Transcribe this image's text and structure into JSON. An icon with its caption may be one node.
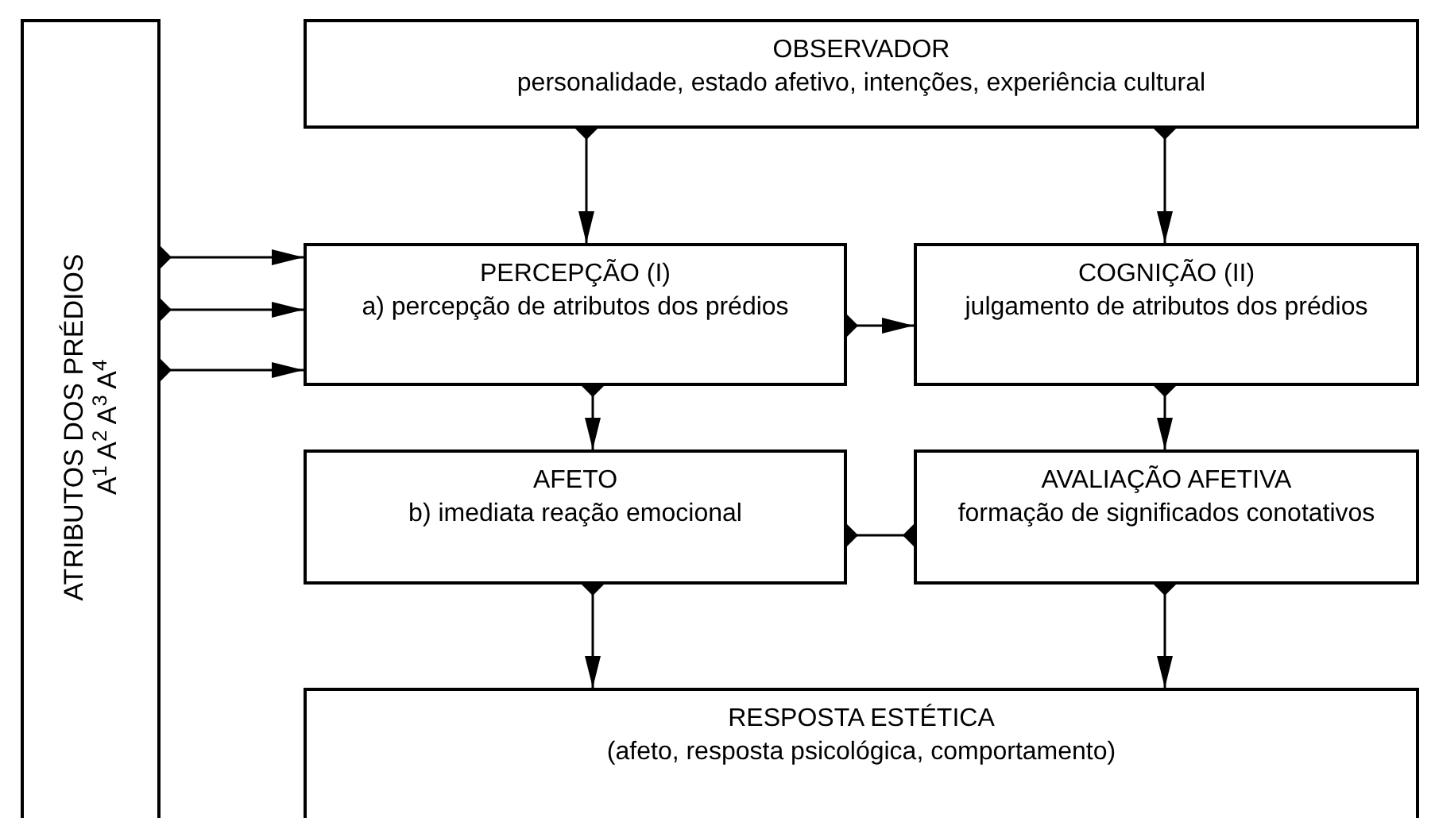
{
  "diagram": {
    "nodes": [
      {
        "text": [
          "ATRIBUTOS DOS PRÉDIOS",
          "A$^{1}$ A$^{2}$ A$^{3}$ A$^{4}$"
        ]
      },
      {
        "text": [
          "OBSERVADOR",
          "personalidade, estado afetivo, intenções, experiência cultural"
        ]
      },
      {
        "text": [
          "PERCEPÇÃO (I)",
          "a) percepção de atributos dos prédios"
        ]
      },
      {
        "text": [
          "COGNIÇÃO (II)",
          "julgamento de atributos dos prédios"
        ]
      },
      {
        "text": [
          "AFETO",
          "b) imediata reação emocional"
        ]
      },
      {
        "text": [
          "AVALIAÇÃO AFETIVA",
          "formação de significados conotativos"
        ]
      },
      {
        "text": [
          "RESPOSTA ESTÉTICA",
          "(afeto, resposta psicológica, comportamento)"
        ]
      }
    ],
    "edges": [
      {
        "from": 1,
        "to": 2,
        "arrow": "to"
      },
      {
        "from": 1,
        "to": 3,
        "arrow": "to"
      },
      {
        "from": 0,
        "to": 2,
        "arrow": "to"
      },
      {
        "from": 0,
        "to": 2,
        "arrow": "to"
      },
      {
        "from": 0,
        "to": 2,
        "arrow": "to"
      },
      {
        "from": 2,
        "to": 3,
        "arrow": "to"
      },
      {
        "from": 2,
        "to": 4,
        "arrow": "to"
      },
      {
        "from": 3,
        "to": 5,
        "arrow": "to"
      },
      {
        "from": 4,
        "to": 5,
        "arrow": "other"
      },
      {
        "from": 4,
        "to": 6,
        "arrow": "to"
      },
      {
        "from": 5,
        "to": 6,
        "arrow": "to"
      }
    ]
  }
}
